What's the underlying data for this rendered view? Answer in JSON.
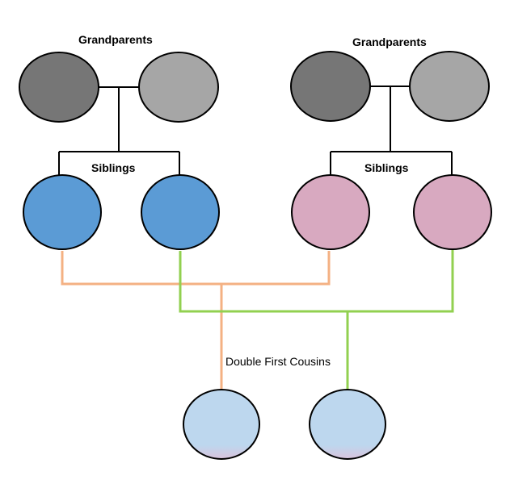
{
  "labels": {
    "grandparents_left": "Grandparents",
    "grandparents_right": "Grandparents",
    "siblings_left": "Siblings",
    "siblings_right": "Siblings",
    "cousins": "Double First Cousins"
  },
  "colors": {
    "grandparent_dark": "#767676",
    "grandparent_light": "#a6a6a6",
    "sibling_blue": "#5b9bd5",
    "sibling_pink": "#d8a9c0",
    "cousin_top": "#bdd7ee",
    "cousin_bottom": "#d9c3dd",
    "orange_line": "#f4b183",
    "green_line": "#92d050",
    "black_line": "#000000"
  }
}
